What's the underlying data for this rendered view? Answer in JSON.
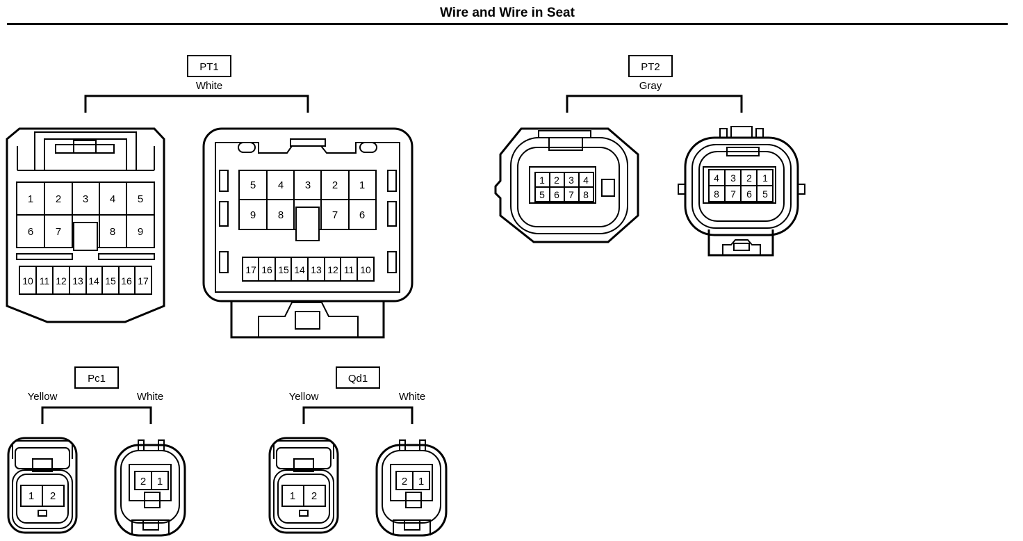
{
  "title": "Wire and Wire in Seat",
  "connectors": {
    "pt1": {
      "code": "PT1",
      "color": "White",
      "left_pins": {
        "row1": [
          "1",
          "2",
          "3",
          "4",
          "5"
        ],
        "row2": [
          "6",
          "7",
          "8",
          "9"
        ],
        "row3": [
          "10",
          "11",
          "12",
          "13",
          "14",
          "15",
          "16",
          "17"
        ]
      },
      "right_pins": {
        "row1": [
          "5",
          "4",
          "3",
          "2",
          "1"
        ],
        "row2": [
          "9",
          "8",
          "7",
          "6"
        ],
        "row3": [
          "17",
          "16",
          "15",
          "14",
          "13",
          "12",
          "11",
          "10"
        ]
      }
    },
    "pt2": {
      "code": "PT2",
      "color": "Gray",
      "left_pins": {
        "row1": [
          "1",
          "2",
          "3",
          "4"
        ],
        "row2": [
          "5",
          "6",
          "7",
          "8"
        ]
      },
      "right_pins": {
        "row1": [
          "4",
          "3",
          "2",
          "1"
        ],
        "row2": [
          "8",
          "7",
          "6",
          "5"
        ]
      }
    },
    "pc1": {
      "code": "Pc1",
      "left_color": "Yellow",
      "right_color": "White",
      "left_pins": [
        "1",
        "2"
      ],
      "right_pins": [
        "2",
        "1"
      ]
    },
    "qd1": {
      "code": "Qd1",
      "left_color": "Yellow",
      "right_color": "White",
      "left_pins": [
        "1",
        "2"
      ],
      "right_pins": [
        "2",
        "1"
      ]
    }
  }
}
